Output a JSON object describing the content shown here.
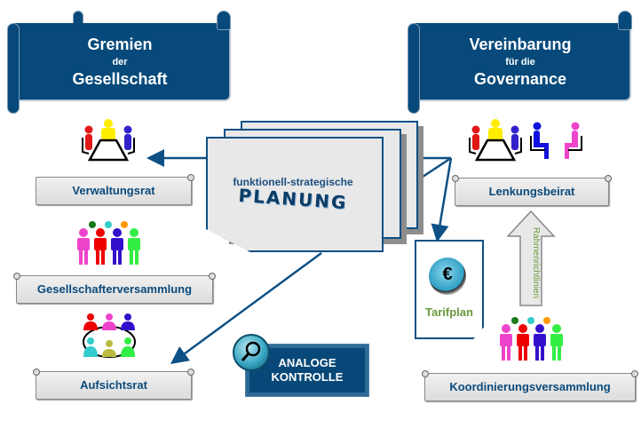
{
  "left_banner": {
    "line1": "Gremien",
    "line2": "der",
    "line3": "Gesellschaft"
  },
  "right_banner": {
    "line1": "Vereinbarung",
    "line2": "für die",
    "line3": "Governance"
  },
  "center": {
    "subtitle": "funktionell-strategische",
    "title": "PLANUNG"
  },
  "left_bodies": [
    {
      "label": "Verwaltungsrat",
      "icon": "meeting-table-icon"
    },
    {
      "label": "Gesellschafterversammlung",
      "icon": "group-people-icon"
    },
    {
      "label": "Aufsichtsrat",
      "icon": "board-circle-icon"
    }
  ],
  "right_bodies": [
    {
      "label": "Lenkungsbeirat",
      "icon": "meeting-table-seated-icon"
    },
    {
      "label": "Koordinierungsversammlung",
      "icon": "group-people-icon"
    }
  ],
  "tarif": {
    "label": "Tarifplan",
    "icon": "euro-coin-icon"
  },
  "up_arrow": {
    "label": "Rahmenrichtlinien"
  },
  "control": {
    "line1": "ANALOGE",
    "line2": "KONTROLLE",
    "icon": "magnifier-icon"
  },
  "colors": {
    "navy": "#06497a",
    "label_text": "#0a4a7c",
    "tarif_text": "#6a9a3c",
    "arrow": "#0c5085"
  }
}
